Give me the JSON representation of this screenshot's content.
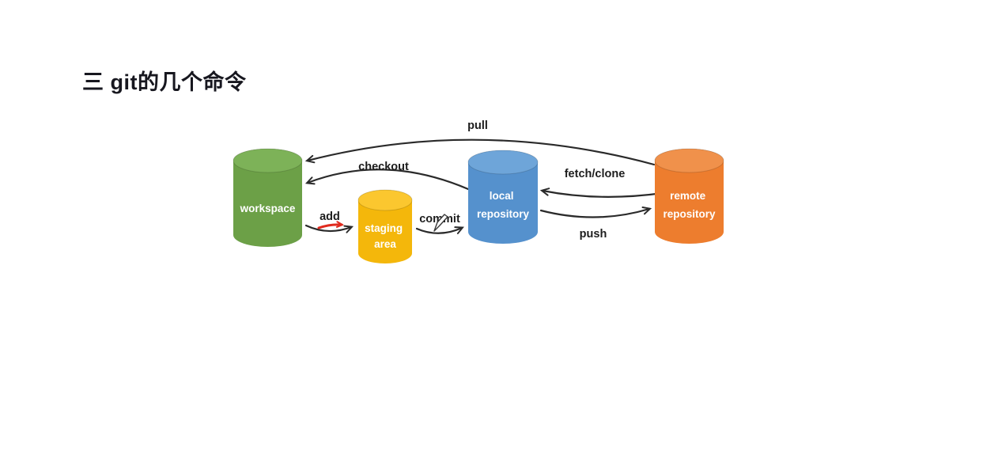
{
  "title": "三 git的几个命令",
  "diagram": {
    "arrow_color": "#2a2a2a",
    "annotation_color": "#e02a1e",
    "nodes": [
      {
        "id": "workspace",
        "line1": "workspace",
        "line2": "",
        "color": "#6CA047",
        "top_color": "#7DB258"
      },
      {
        "id": "staging-area",
        "line1": "staging",
        "line2": "area",
        "color": "#F4B70B",
        "top_color": "#FBC72F"
      },
      {
        "id": "local-repository",
        "line1": "local",
        "line2": "repository",
        "color": "#5591CD",
        "top_color": "#6EA5D9"
      },
      {
        "id": "remote-repository",
        "line1": "remote",
        "line2": "repository",
        "color": "#ED7D2E",
        "top_color": "#F0914B"
      }
    ],
    "arrows": [
      {
        "id": "pull",
        "label": "pull",
        "from": "remote repository",
        "to": "workspace"
      },
      {
        "id": "checkout",
        "label": "checkout",
        "from": "local repository",
        "to": "workspace"
      },
      {
        "id": "add",
        "label": "add",
        "from": "workspace",
        "to": "staging area"
      },
      {
        "id": "commit",
        "label": "commit",
        "from": "staging area",
        "to": "local repository"
      },
      {
        "id": "fetch-clone",
        "label": "fetch/clone",
        "from": "remote repository",
        "to": "local repository"
      },
      {
        "id": "push",
        "label": "push",
        "from": "local repository",
        "to": "remote repository"
      }
    ]
  }
}
